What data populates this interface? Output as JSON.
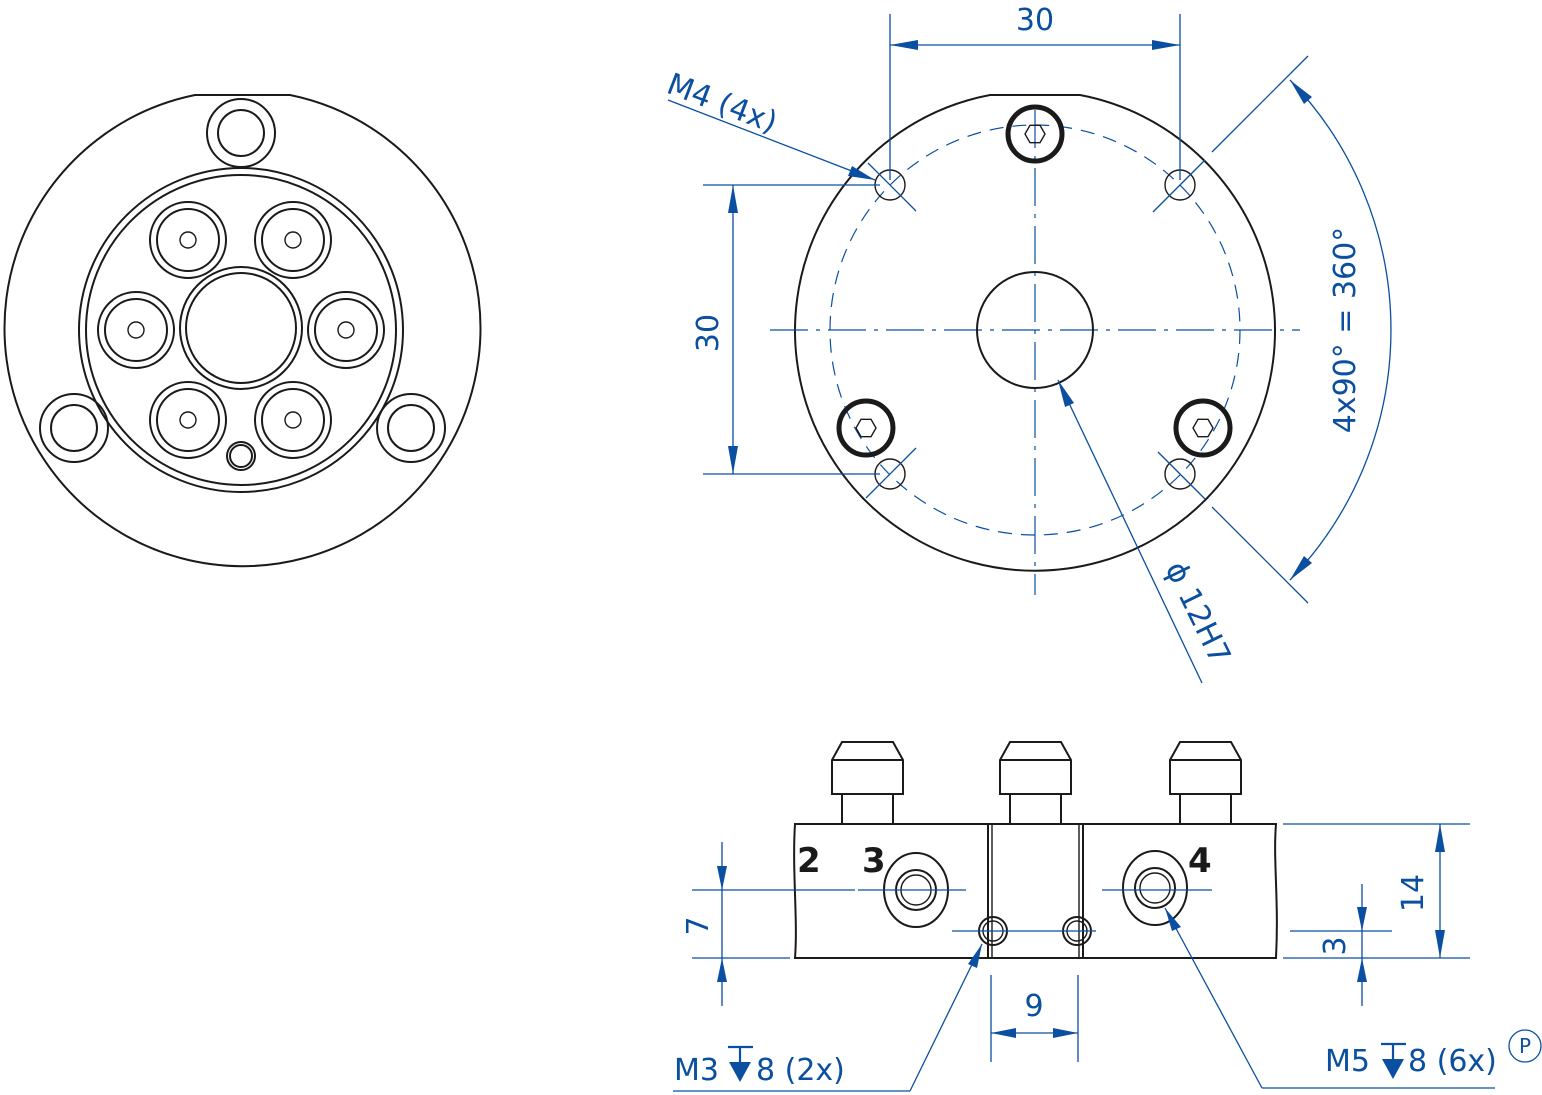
{
  "dimensions": {
    "top_width": "30",
    "left_height": "30",
    "thread_m4": "M4 (4x)",
    "angle": "4x90° = 360°",
    "bore": "ϕ 12H7",
    "height_7": "7",
    "spacing_9": "9",
    "height_14": "14",
    "height_3": "3",
    "thread_m3": "M3",
    "thread_m3_depth": "8 (2x)",
    "thread_m5": "M5",
    "thread_m5_depth": "8 (6x)",
    "p_mark": "P"
  },
  "port_labels": {
    "port_2": "2",
    "port_3": "3",
    "port_4": "4"
  }
}
